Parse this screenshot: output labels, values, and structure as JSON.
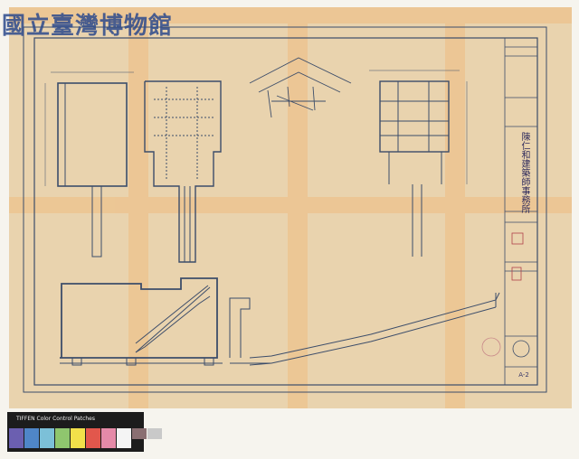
{
  "watermark": "國立臺灣博物館",
  "title_block": {
    "project": "陳仁和建築師事務所",
    "drawing_number": "A-2"
  },
  "color_patches": {
    "title": "TIFFEN Color Control Patches",
    "swatches": [
      "#6b5fb0",
      "#4f86c8",
      "#7cc0d8",
      "#8fc66e",
      "#f2e04a",
      "#e2574c",
      "#e58aa8",
      "#f4f4f4",
      "#8a6f72",
      "#c9c9c9"
    ]
  },
  "colors": {
    "paper": "#e9d3ae",
    "ink": "#3c4d6a",
    "tape": "#f0b878"
  }
}
